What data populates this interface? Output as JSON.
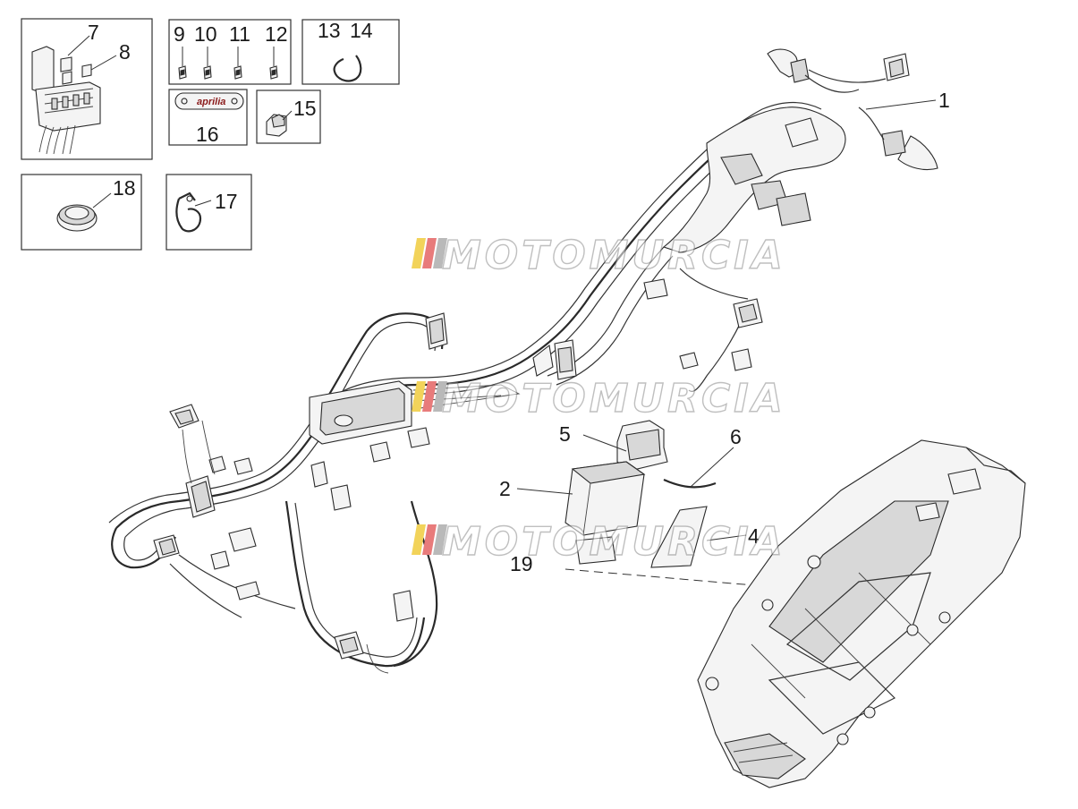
{
  "callouts": {
    "c1": "1",
    "c2": "2",
    "c4": "4",
    "c5": "5",
    "c6": "6",
    "c7": "7",
    "c8": "8",
    "c9": "9",
    "c10": "10",
    "c11": "11",
    "c12": "12",
    "c13": "13",
    "c14": "14",
    "c15": "15",
    "c16": "16",
    "c17": "17",
    "c18": "18",
    "c19": "19"
  },
  "plate_logo": "aprilia",
  "watermark": "MOTOMURCIA",
  "colors": {
    "line": "#333333",
    "watermark_stripe_1": "#f2d35a",
    "watermark_stripe_2": "#e87b7b",
    "watermark_stripe_3": "#b9b9b9"
  }
}
